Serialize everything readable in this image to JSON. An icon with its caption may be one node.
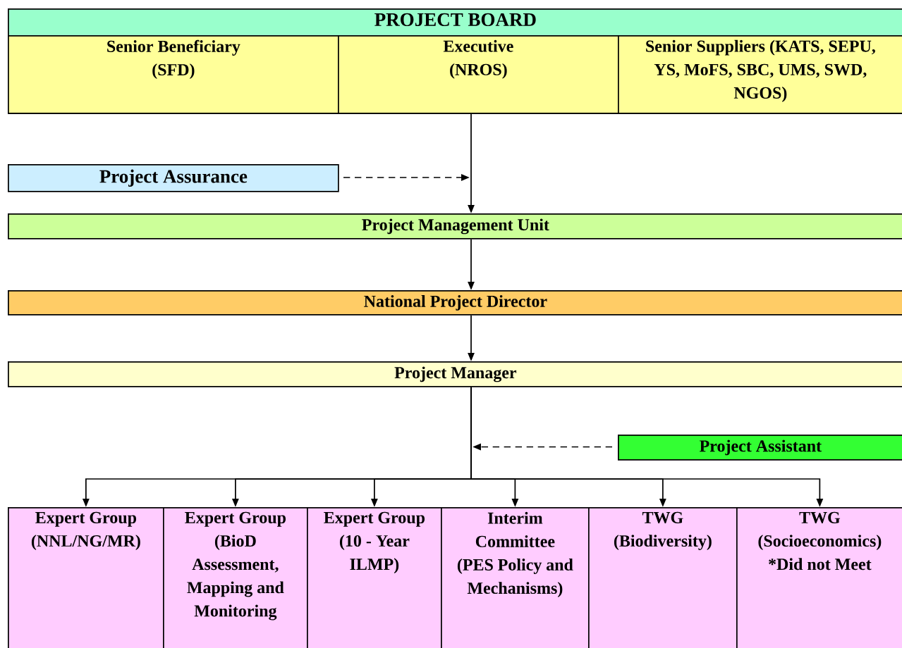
{
  "diagram": {
    "nodes": [
      {
        "text": [
          "PROJECT BOARD"
        ]
      },
      {
        "text": [
          "Senior Beneficiary (SFD)"
        ],
        "in": 0
      },
      {
        "text": [
          "Executive (NROS)"
        ],
        "in": 0
      },
      {
        "text": [
          "Senior Suppliers (KATS, SEPU, YS, MoFS, SBC, UMS, SWD, NGOS)"
        ],
        "in": 0
      },
      {
        "text": [
          "Project Assurance"
        ]
      },
      {
        "text": [
          "Project Management Unit"
        ]
      },
      {
        "text": [
          "National Project Director"
        ]
      },
      {
        "text": [
          "Project Manager"
        ]
      },
      {
        "text": [
          "Project Assistant"
        ]
      },
      {
        "text": [
          "Expert Group (NNL/NG/MR)"
        ]
      },
      {
        "text": [
          "Expert Group (BioD Assessment, Mapping and Monitoring"
        ]
      },
      {
        "text": [
          "Expert Group (10 - Year ILMP)"
        ]
      },
      {
        "text": [
          "Interim Committee (PES Policy and Mechanisms)"
        ]
      },
      {
        "text": [
          "TWG (Biodiversity)"
        ]
      },
      {
        "text": [
          "TWG (Socioeconomics) *Did not Meet"
        ]
      }
    ],
    "edges": [
      {
        "from": 2,
        "to": 5,
        "arrow": "to"
      },
      {
        "from": 4,
        "to": null,
        "arrow": "to",
        "style": "dashed"
      },
      {
        "from": 5,
        "to": 6,
        "arrow": "to"
      },
      {
        "from": 6,
        "to": 7,
        "arrow": "to"
      },
      {
        "from": 8,
        "to": null,
        "arrow": "to",
        "style": "dashed"
      },
      {
        "from": 7,
        "to": 9,
        "arrow": "to"
      },
      {
        "from": 7,
        "to": 10,
        "arrow": "to"
      },
      {
        "from": 7,
        "to": 11,
        "arrow": "to"
      },
      {
        "from": 7,
        "to": 12,
        "arrow": "to"
      },
      {
        "from": 7,
        "to": 13,
        "arrow": "to"
      },
      {
        "from": 7,
        "to": 14,
        "arrow": "to"
      }
    ]
  }
}
